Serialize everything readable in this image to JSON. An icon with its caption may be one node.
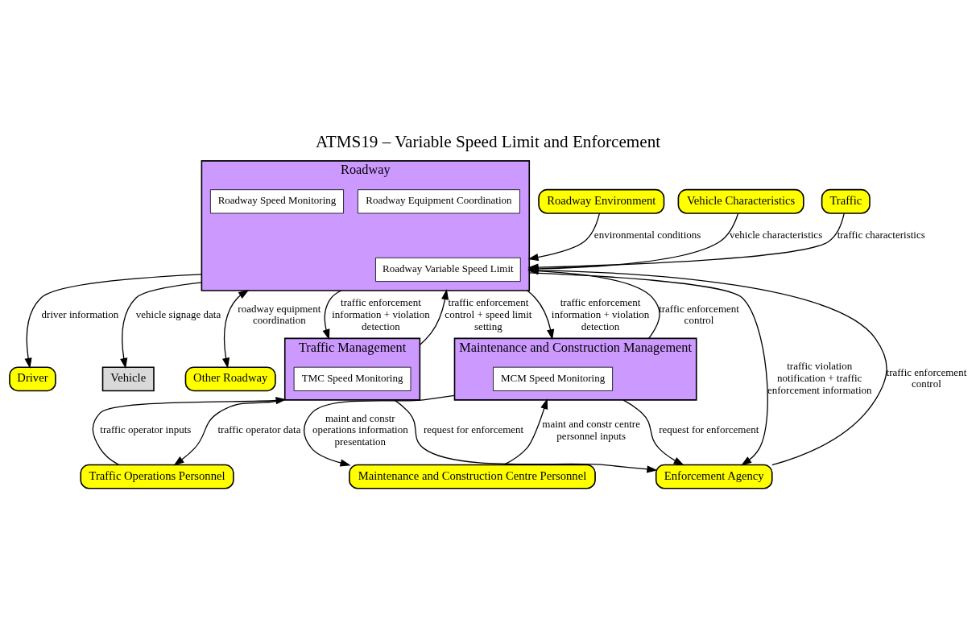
{
  "diagram": {
    "title": "ATMS19 – Variable Speed Limit and Enforcement",
    "nodes": [
      {
        "text": [
          "Roadway"
        ]
      },
      {
        "text": [
          "Roadway Variable Speed Limit"
        ],
        "in": 0
      },
      {
        "text": [
          "Roadway Equipment Coordination"
        ],
        "in": 0
      },
      {
        "text": [
          "Roadway Speed Monitoring"
        ],
        "in": 0
      },
      {
        "text": [
          "Vehicle Characteristics"
        ]
      },
      {
        "text": [
          "Driver"
        ]
      },
      {
        "text": [
          "Vehicle"
        ]
      },
      {
        "text": [
          "Traffic"
        ]
      },
      {
        "text": [
          "Roadway Environment"
        ]
      },
      {
        "text": [
          "Other Roadway"
        ]
      },
      {
        "text": [
          "Traffic Management"
        ]
      },
      {
        "text": [
          "TMC Speed Monitoring"
        ],
        "in": 10
      },
      {
        "text": [
          "Maintenance and Construction Management"
        ]
      },
      {
        "text": [
          "MCM Speed Monitoring"
        ],
        "in": 12
      },
      {
        "text": [
          "Enforcement Agency"
        ]
      },
      {
        "text": [
          "Traffic Operations Personnel"
        ]
      },
      {
        "text": [
          "Maintenance and Construction Centre Personnel"
        ]
      }
    ],
    "edges": [
      {
        "from": 4,
        "to": 0,
        "arrow": "to",
        "label": "vehicle characteristics"
      },
      {
        "from": 0,
        "to": 5,
        "arrow": "to",
        "label": "driver information"
      },
      {
        "from": 7,
        "to": 0,
        "arrow": "to",
        "label": "traffic characteristics"
      },
      {
        "from": 8,
        "to": 0,
        "arrow": "to",
        "label": "environmental conditions"
      },
      {
        "from": 0,
        "to": 9,
        "arrow": "both",
        "label": "roadway equipment coordination"
      },
      {
        "from": 0,
        "to": 6,
        "arrow": "to",
        "label": "vehicle signage data"
      },
      {
        "from": 0,
        "to": 10,
        "arrow": "to",
        "label": "traffic enforcement information + violation detection"
      },
      {
        "from": 0,
        "to": 12,
        "arrow": "to",
        "label": "traffic enforcement information + violation detection"
      },
      {
        "from": 10,
        "to": 0,
        "arrow": "to",
        "label": "traffic enforcement control + speed limit setting"
      },
      {
        "from": 12,
        "to": 0,
        "arrow": "to",
        "label": "traffic enforcement control"
      },
      {
        "from": 0,
        "to": 14,
        "arrow": "to",
        "label": "traffic violation notification + traffic enforcement information"
      },
      {
        "from": 14,
        "to": 0,
        "arrow": "to",
        "label": "traffic enforcement control"
      },
      {
        "from": 10,
        "to": 14,
        "arrow": "to",
        "label": "request for enforcement"
      },
      {
        "from": 12,
        "to": 14,
        "arrow": "to",
        "label": "request for enforcement"
      },
      {
        "from": 10,
        "to": 15,
        "arrow": "to",
        "label": "traffic operator data"
      },
      {
        "from": 15,
        "to": 10,
        "arrow": "to",
        "label": "traffic operator inputs"
      },
      {
        "from": 12,
        "to": 16,
        "arrow": "to",
        "label": "maint and constr operations information presentation"
      },
      {
        "from": 16,
        "to": 12,
        "arrow": "to",
        "label": "maint and constr centre personnel inputs"
      }
    ]
  }
}
